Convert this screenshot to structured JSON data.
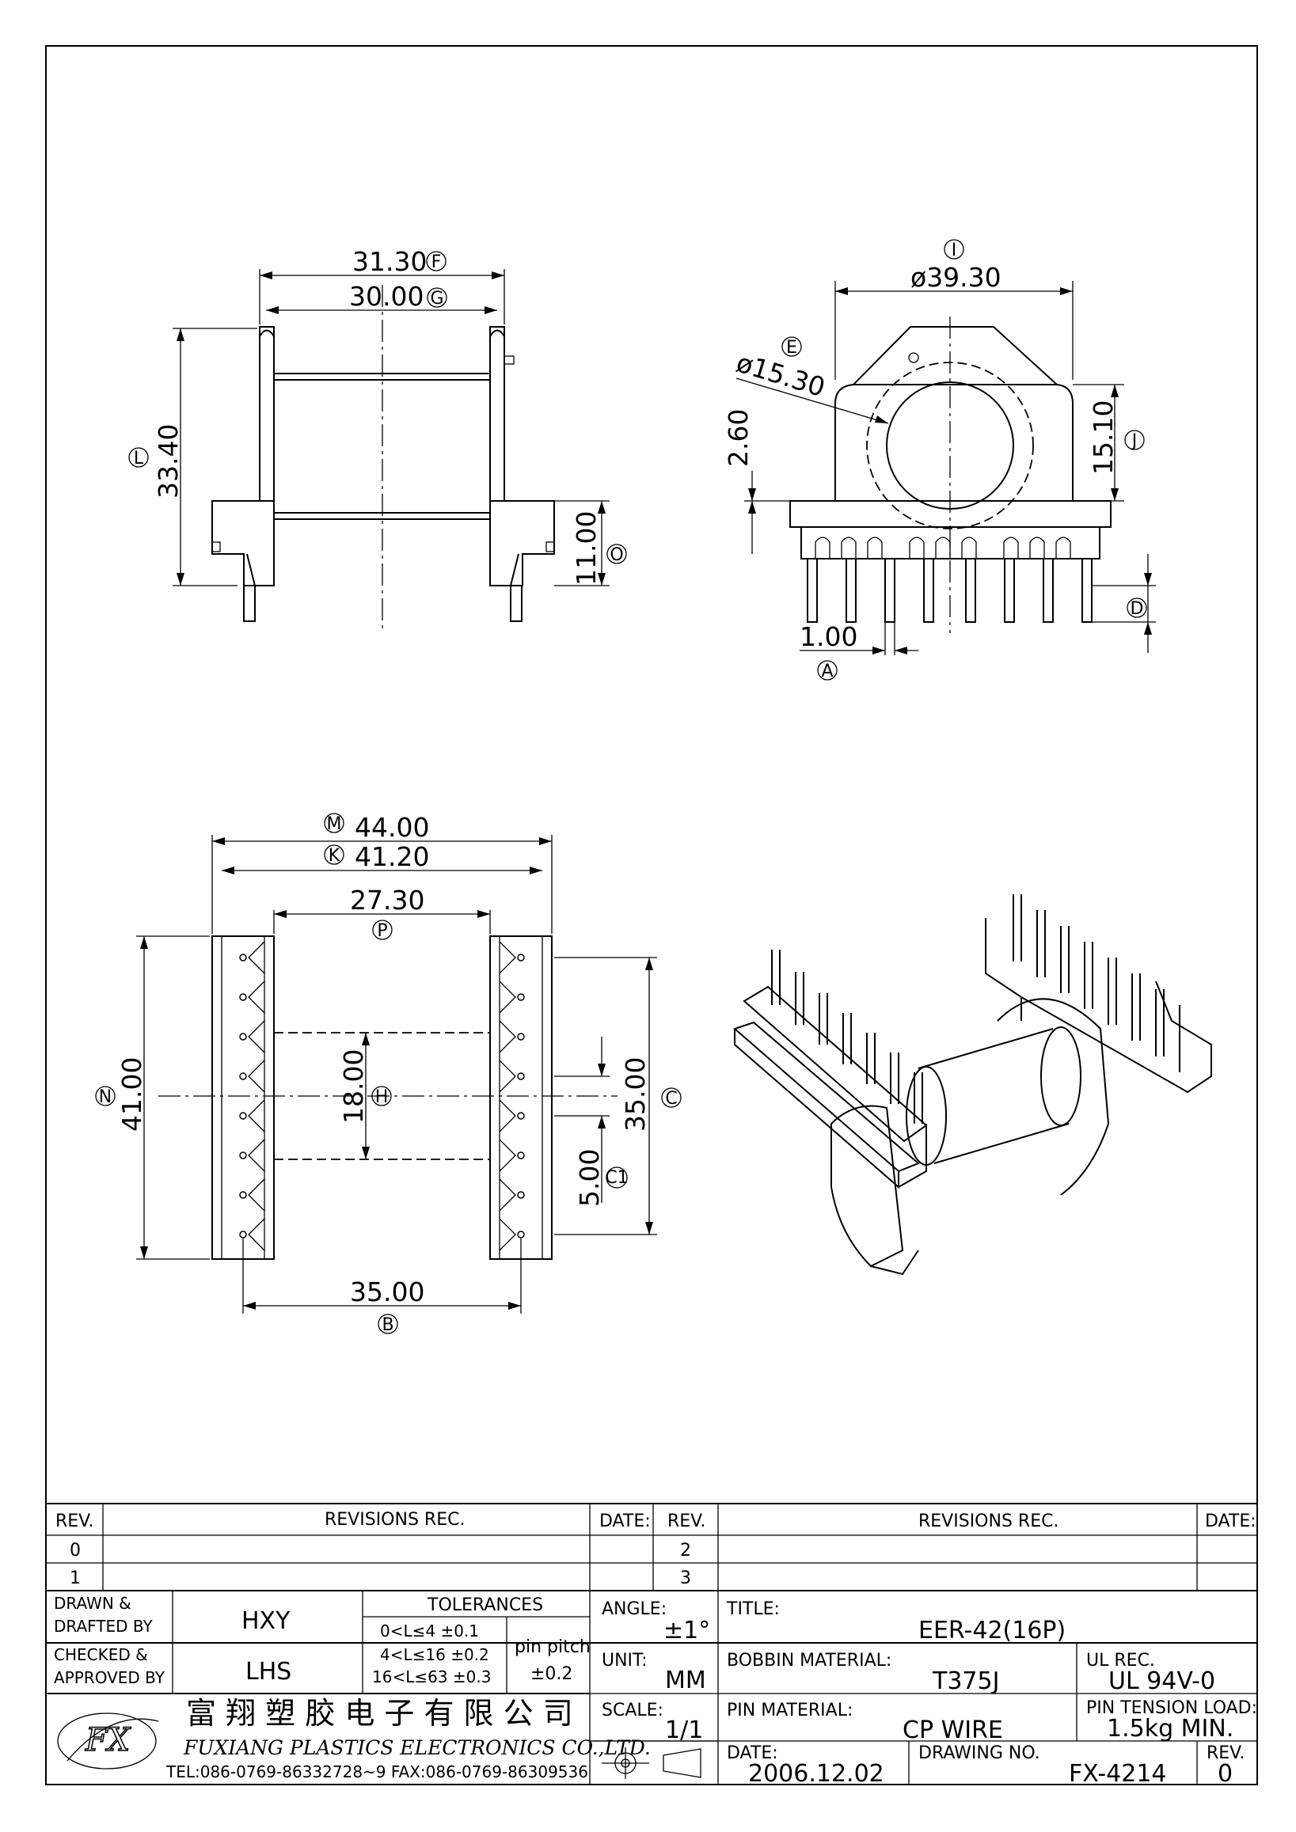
{
  "drawing": {
    "dims": {
      "f": "31.30",
      "g": "30.00",
      "l": "33.40",
      "o": "11.00",
      "i": "ø39.30",
      "e": "ø15.30",
      "h260": "2.60",
      "j": "15.10",
      "a": "1.00",
      "m": "44.00",
      "k": "41.20",
      "p": "27.30",
      "n": "41.00",
      "h": "18.00",
      "c": "35.00",
      "c1": "5.00",
      "b": "35.00"
    },
    "markers": {
      "f": "F",
      "g": "G",
      "l": "L",
      "o": "O",
      "i": "I",
      "e": "E",
      "j": "J",
      "d": "D",
      "a": "A",
      "m": "M",
      "k": "K",
      "p": "P",
      "n": "N",
      "h": "H",
      "c": "C",
      "c1": "C1",
      "b": "B"
    }
  },
  "revisions": {
    "rev_header": "REV.",
    "rec_header": "REVISIONS   REC.",
    "date_header": "DATE:",
    "rows_left": [
      "0",
      "1"
    ],
    "rows_right": [
      "2",
      "3"
    ]
  },
  "title_block": {
    "drawn_label": "DRAWN &\nDRAFTED BY",
    "drawn_line1": "DRAWN &",
    "drawn_line2": "DRAFTED BY",
    "drawn_value": "HXY",
    "checked_line1": "CHECKED &",
    "checked_line2": "APPROVED BY",
    "checked_value": "LHS",
    "tolerances_label": "TOLERANCES",
    "tol1": "0<L≤4   ±0.1",
    "tol2": "4<L≤16  ±0.2",
    "tol3": "16<L≤63  ±0.3",
    "pin_pitch_label": "pin  pitch",
    "pin_pitch_value": "±0.2",
    "angle_label": "ANGLE:",
    "angle_value": "±1°",
    "unit_label": "UNIT:",
    "unit_value": "MM",
    "scale_label": "SCALE:",
    "scale_value": "1/1",
    "title_label": "TITLE:",
    "title_value": "EER-42(16P)",
    "bobbin_label": "BOBBIN  MATERIAL:",
    "bobbin_value": "T375J",
    "ul_label": "UL  REC.",
    "ul_value": "UL  94V-0",
    "pin_material_label": "PIN  MATERIAL:",
    "pin_material_value": "CP  WIRE",
    "pin_tension_label": "PIN  TENSION  LOAD:",
    "pin_tension_value": "1.5kg  MIN.",
    "date_label": "DATE:",
    "date_value": "2006.12.02",
    "drawing_no_label": "DRAWING  NO.",
    "drawing_no_value": "FX-4214",
    "rev_label": "REV.",
    "rev_value": "0",
    "company_cn": "富 翔 塑 胶 电 子 有 限 公 司",
    "company_en": "FUXIANG  PLASTICS  ELECTRONICS  CO.,LTD.",
    "company_contact": "TEL:086-0769-86332728~9  FAX:086-0769-86309536",
    "logo_text": "FX"
  }
}
